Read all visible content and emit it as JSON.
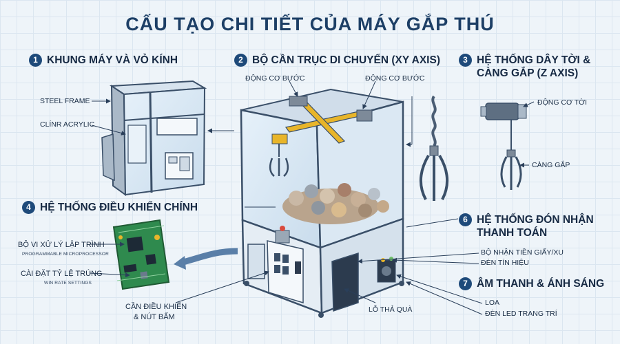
{
  "title": "CẤU TẠO CHI TIẾT CỦA MÁY GẮP THÚ",
  "sections": [
    {
      "num": "1",
      "label": "KHUNG MÁY VÀ VỎ KÍNH"
    },
    {
      "num": "2",
      "label": "BỘ CẦN TRỤC DI CHUYỂN (XY AXIS)"
    },
    {
      "num": "3",
      "label_line1": "HỆ THỐNG DÂY TỜI &",
      "label_line2": "CÀNG GẮP (Z AXIS)"
    },
    {
      "num": "4",
      "label": "HỆ THỐNG ĐIỀU KHIỂN CHÍNH"
    },
    {
      "num": "6",
      "label_line1": "HỆ THỐNG ĐÓN NHẬN",
      "label_line2": "THANH TOÁN"
    },
    {
      "num": "7",
      "label": "ÂM THANH & ÁNH SÁNG"
    }
  ],
  "labels": {
    "steel_frame": "STEEL FRAME",
    "acrylic": "CLÍNR ACRYLIC",
    "motor_left": "ĐỘNG CƠ BƯỚC",
    "motor_right": "ĐỘNG CƠ BƯỚC",
    "winch_motor": "ĐỘNG CƠ TỜI",
    "claw": "CÀNG GẮP",
    "microprocessor": "BỘ VI XỬ LÝ LẬP TRÌNH",
    "microprocessor_sub": "PROGRAMMABLE MICROPROCESSOR",
    "win_rate": "CÀI ĐẶT TỶ LỆ TRÚNG",
    "win_rate_sub": "WIN RATE SETTINGS",
    "joystick_line1": "CẦN ĐIỀU KHIỂN",
    "joystick_line2": "& NÚT BẤM",
    "prize_hole": "LỖ THẢ QUÀ",
    "bill_acceptor": "BỘ NHẬN TIỀN GIẤY/XU",
    "signal_light": "ĐÈN TÍN HIỆU",
    "speaker": "LOA",
    "led": "ĐÈN LED TRANG TRÍ"
  },
  "colors": {
    "accent": "#1e4a7a",
    "rail": "#e8b52a",
    "pcb": "#2f8a4e",
    "title": "#1d3f66"
  }
}
